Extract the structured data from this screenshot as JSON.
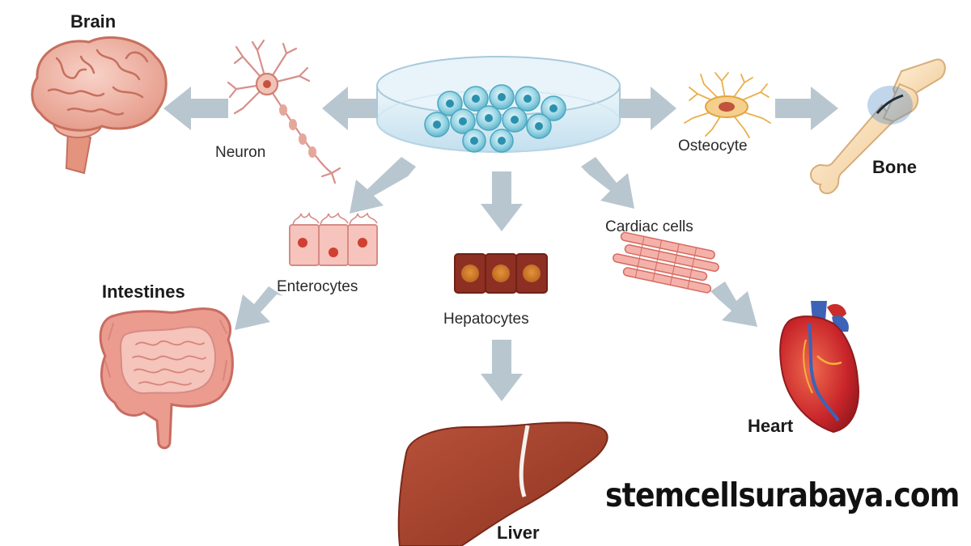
{
  "labels": {
    "brain": "Brain",
    "neuron": "Neuron",
    "osteocyte": "Osteocyte",
    "bone": "Bone",
    "cardiac_cells": "Cardiac cells",
    "enterocytes": "Enterocytes",
    "intestines": "Intestines",
    "hepatocytes": "Hepatocytes",
    "heart": "Heart",
    "liver": "Liver"
  },
  "watermark": "stemcellsurabaya.com",
  "colors": {
    "arrow": "#b8c6cf",
    "liver": "#a8412a",
    "heart": "#c4232a",
    "brain": "#f0b1a3",
    "bone": "#f7ddb5",
    "dish": "#cfe6f3",
    "stem_cell": "#6fc3d8"
  },
  "icons": [
    "petri-dish-icon",
    "brain-icon",
    "neuron-icon",
    "osteocyte-icon",
    "bone-icon",
    "enterocytes-icon",
    "intestines-icon",
    "hepatocytes-icon",
    "liver-icon",
    "cardiac-cells-icon",
    "heart-icon"
  ]
}
